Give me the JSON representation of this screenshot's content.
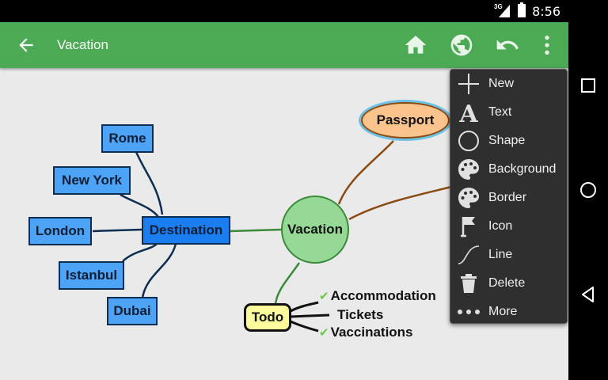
{
  "status_bar": {
    "network": "3G",
    "time": "8:56"
  },
  "app_bar": {
    "title": "Vacation",
    "actions": [
      "home-icon",
      "globe-icon",
      "undo-icon",
      "more-vert-icon"
    ]
  },
  "mindmap": {
    "root": "Vacation",
    "destination": {
      "label": "Destination",
      "children": [
        "Rome",
        "New York",
        "London",
        "Istanbul",
        "Dubai"
      ]
    },
    "passport": "Passport",
    "todo": {
      "label": "Todo",
      "items": [
        {
          "label": "Accommodation",
          "done": true
        },
        {
          "label": "Tickets",
          "done": false
        },
        {
          "label": "Vaccinations",
          "done": true
        }
      ]
    }
  },
  "menu": {
    "items": [
      {
        "label": "New",
        "icon": "plus-icon"
      },
      {
        "label": "Text",
        "icon": "text-icon"
      },
      {
        "label": "Shape",
        "icon": "circle-icon"
      },
      {
        "label": "Background",
        "icon": "palette-icon"
      },
      {
        "label": "Border",
        "icon": "palette-icon"
      },
      {
        "label": "Icon",
        "icon": "flag-icon"
      },
      {
        "label": "Line",
        "icon": "curve-icon"
      },
      {
        "label": "Delete",
        "icon": "trash-icon"
      },
      {
        "label": "More",
        "icon": "dots-icon"
      }
    ]
  },
  "colors": {
    "app_bar": "#4caa54",
    "canvas": "#eaeaea",
    "menu_bg": "#2f2f2f",
    "city_node": "#4da3f5",
    "destination_node": "#1a7ef0",
    "vacation_node": "#96d896",
    "passport_node": "#fbc48c",
    "todo_node": "#fbfb9c"
  }
}
